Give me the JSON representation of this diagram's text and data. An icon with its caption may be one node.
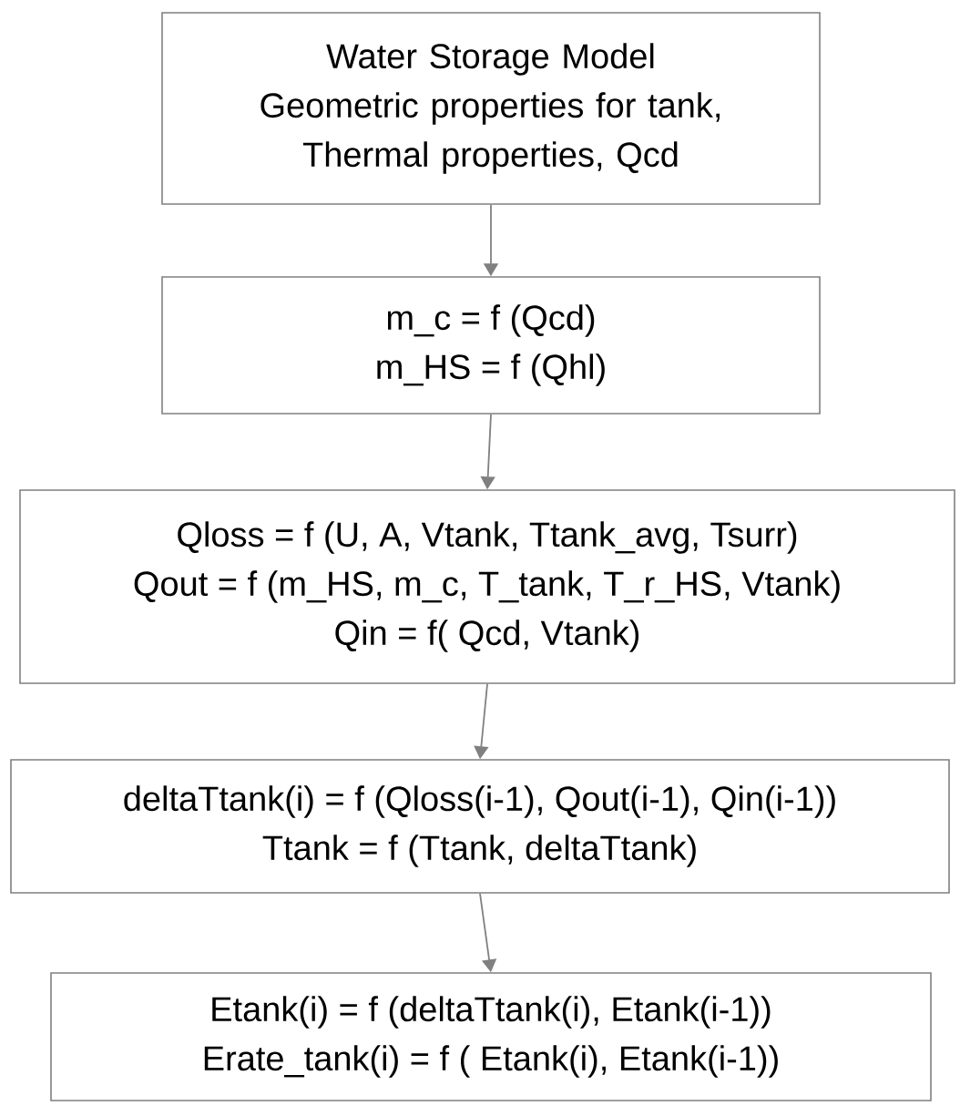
{
  "diagram": {
    "nodes": [
      {
        "text": [
          "Water Storage Model",
          "Geometric properties for tank, Thermal properties, Qcd"
        ]
      },
      {
        "text": [
          "m_c = f (Qcd)",
          "m_HS = f (Qhl)"
        ]
      },
      {
        "text": [
          "Qloss = f (U, A, Vtank, Ttank_avg, Tsurr)",
          "Qout = f (m_HS, m_c, T_tank, T_r_HS, Vtank)",
          "Qin = f( Qcd, Vtank)"
        ]
      },
      {
        "text": [
          "deltaTtank(i) = f (Qloss(i-1), Qout(i-1), Qin(i-1))",
          "Ttank = f (Ttank, deltaTtank)"
        ]
      },
      {
        "text": [
          "Etank(i) = f (deltaTtank(i), Etank(i-1))",
          "Erate_tank(i) = f ( Etank(i), Etank(i-1))"
        ]
      }
    ],
    "edges": [
      {
        "from": 0,
        "to": 1,
        "arrow": "to"
      },
      {
        "from": 1,
        "to": 2,
        "arrow": "to"
      },
      {
        "from": 2,
        "to": 3,
        "arrow": "to"
      },
      {
        "from": 3,
        "to": 4,
        "arrow": "to"
      }
    ]
  }
}
